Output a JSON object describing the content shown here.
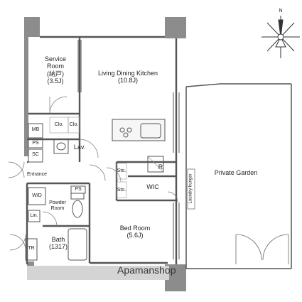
{
  "rooms": {
    "service_room": {
      "name": "Service",
      "name2": "Room",
      "name3": "(納戸)",
      "size": "(3.5J)"
    },
    "ldk": {
      "name": "Living Dining Kitchen",
      "size": "(10.8J)"
    },
    "bedroom": {
      "name": "Bed Room",
      "size": "(5.6J)"
    },
    "bath": {
      "name": "Bath",
      "size": "(1317)"
    },
    "powder": {
      "name": "Powder",
      "name2": "Room"
    },
    "garden": {
      "name": "Private Garden"
    }
  },
  "labels": {
    "mb": "MB",
    "clo1": "Clo.",
    "clo2": "Clo.",
    "ps1": "PS",
    "sc": "SC",
    "lav": "Lav.",
    "entrance": "Entrance",
    "wd": "W/D",
    "ps2": "PS",
    "lin": "Lin.",
    "tr": "TR",
    "sto1": "Sto.",
    "sto2": "Sto.",
    "wic": "WIC",
    "r": "R",
    "laundry": "Laundry hunger"
  },
  "compass": {
    "north": "N"
  },
  "watermark": "Apamanshop"
}
